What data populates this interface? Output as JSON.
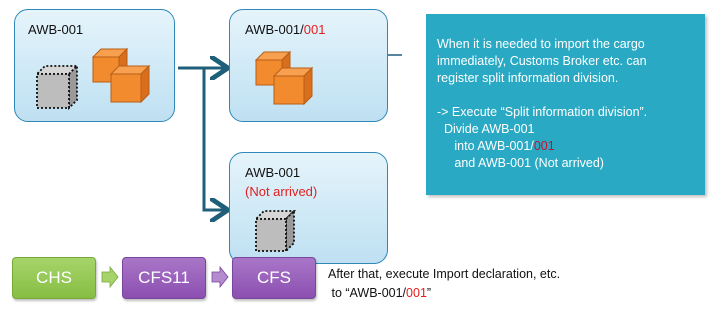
{
  "boxes": {
    "original": {
      "label": "AWB-001"
    },
    "split": {
      "label_prefix": "AWB-001/",
      "label_suffix": "001"
    },
    "not_arrived": {
      "label": "AWB-001",
      "status": "(Not arrived)"
    }
  },
  "note": {
    "line1": "When it is needed to import the cargo",
    "line2": "immediately, Customs Broker etc. can",
    "line3": "register split information division.",
    "line4": "-> Execute “Split information division”.",
    "line5": "  Divide AWB-001",
    "line6_prefix": "     into AWB-001/",
    "line6_suffix": "001",
    "line7": "     and AWB-001 (Not arrived)"
  },
  "process": {
    "steps": [
      "CHS",
      "CFS11",
      "CFS"
    ]
  },
  "footer": {
    "line1": "After that, execute Import declaration, etc.",
    "line2_prefix": " to “AWB-001/",
    "line2_suffix": "001",
    "line2_end": "”"
  },
  "colors": {
    "box_border": "#2f88b8",
    "note_bg": "#2aa9c4",
    "arrow": "#1f5f7a",
    "cargo": "#f28a2e",
    "step_green": "#86be43",
    "step_purple": "#8b4fb0",
    "highlight_red": "#e31e1e"
  }
}
